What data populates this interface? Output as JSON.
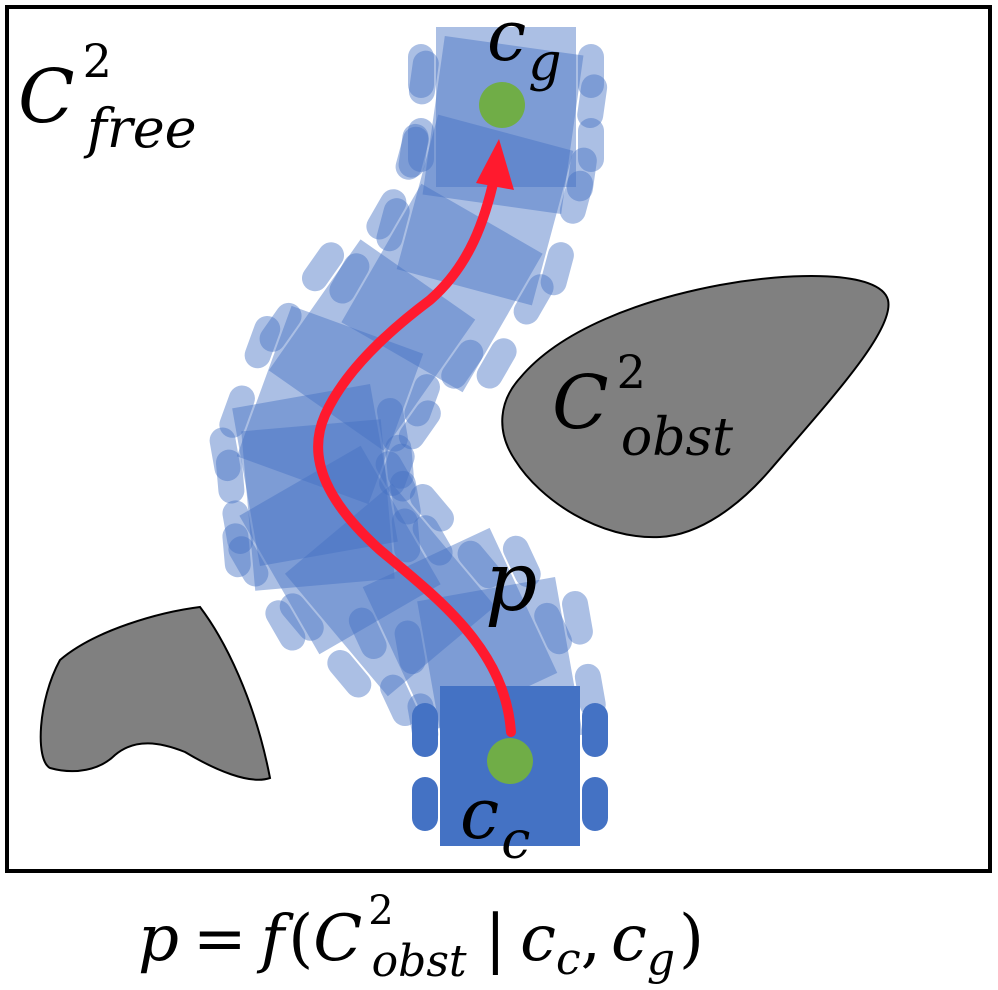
{
  "labels": {
    "free_base": "C",
    "free_sup": "2",
    "free_sub": "free",
    "obst_base": "C",
    "obst_sup": "2",
    "obst_sub": "obst",
    "goal_base": "c",
    "goal_sub": "g",
    "current_base": "c",
    "current_sub": "c",
    "path": "p"
  },
  "equation": {
    "p": "p",
    "eq": "=",
    "f": "f",
    "open": "(",
    "C": "C",
    "sup": "2",
    "sub": "obst",
    "bar": "|",
    "cc": "c",
    "cc_sub": "c",
    "comma": ",",
    "cg": "c",
    "cg_sub": "g",
    "close": ")"
  },
  "colors": {
    "robot_solid": "#4472c4",
    "robot_ghost": "#4472c4",
    "obstacle": "#808080",
    "path": "#ff1a2e",
    "point": "#70ad47",
    "frame": "#000000"
  }
}
